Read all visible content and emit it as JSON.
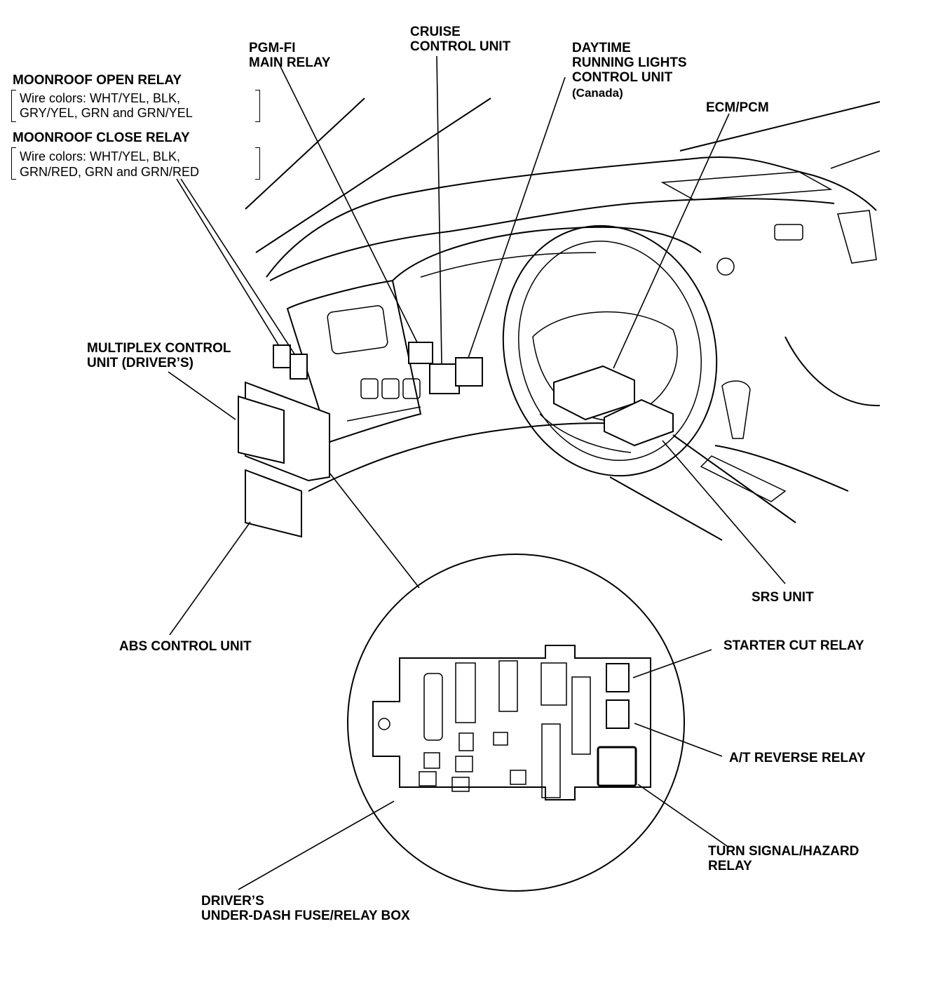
{
  "labels": {
    "moonroof_open_relay": "MOONROOF OPEN RELAY",
    "moonroof_open_wires_1": "Wire colors: WHT/YEL, BLK,",
    "moonroof_open_wires_2": "GRY/YEL, GRN and GRN/YEL",
    "moonroof_close_relay": "MOONROOF CLOSE RELAY",
    "moonroof_close_wires_1": "Wire colors: WHT/YEL, BLK,",
    "moonroof_close_wires_2": "GRN/RED, GRN and GRN/RED",
    "pgm_fi_1": "PGM-FI",
    "pgm_fi_2": "MAIN RELAY",
    "cruise_1": "CRUISE",
    "cruise_2": "CONTROL UNIT",
    "drl_1": "DAYTIME",
    "drl_2": "RUNNING LIGHTS",
    "drl_3": "CONTROL UNIT",
    "drl_4": "(Canada)",
    "ecm_pcm": "ECM/PCM",
    "multiplex_1": "MULTIPLEX CONTROL",
    "multiplex_2": "UNIT (DRIVER’S)",
    "abs": "ABS CONTROL UNIT",
    "srs": "SRS UNIT",
    "starter_cut": "STARTER CUT RELAY",
    "at_reverse": "A/T REVERSE RELAY",
    "turn_signal_1": "TURN SIGNAL/HAZARD",
    "turn_signal_2": "RELAY",
    "fuse_box_1": "DRIVER’S",
    "fuse_box_2": "UNDER-DASH FUSE/RELAY BOX"
  },
  "colors": {
    "ink": "#000000",
    "paper": "#ffffff"
  }
}
